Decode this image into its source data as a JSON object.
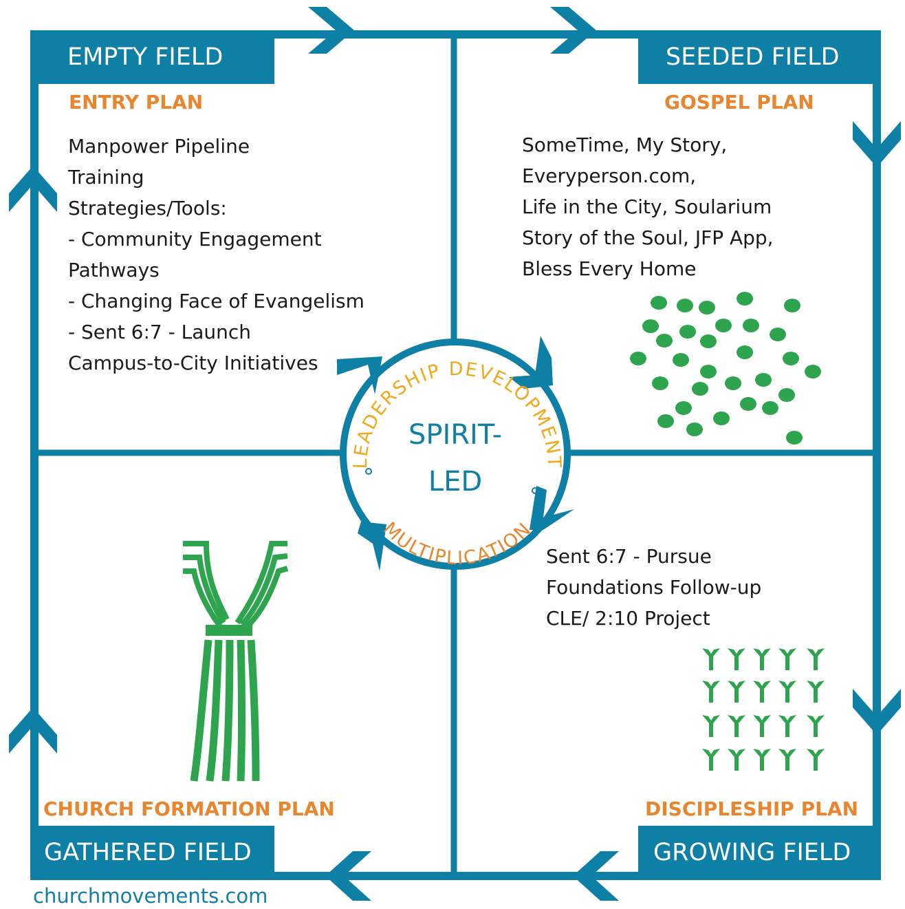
{
  "colors": {
    "frame": "#0e7fa5",
    "plan_title": "#e8862f",
    "center_ring_text": "#f0a81c",
    "growth": "#2ea44f",
    "body_text": "#1a1a1a"
  },
  "quadrants": {
    "empty_field": {
      "title": "EMPTY FIELD",
      "plan": "ENTRY PLAN",
      "lines": [
        "Manpower Pipeline",
        "Training",
        "Strategies/Tools:",
        "- Community Engagement",
        "Pathways",
        "- Changing Face of Evangelism",
        "- Sent 6:7 - Launch",
        "Campus-to-City Initiatives"
      ]
    },
    "seeded_field": {
      "title": "SEEDED FIELD",
      "plan": "GOSPEL PLAN",
      "lines": [
        "SomeTime, My Story,",
        "Everyperson.com,",
        "Life in the City, Soularium",
        "Story of the Soul, JFP App,",
        "Bless Every Home"
      ],
      "icon": "seed-dots-icon"
    },
    "growing_field": {
      "title": "GROWING FIELD",
      "plan": "DISCIPLESHIP PLAN",
      "lines": [
        "Sent 6:7 - Pursue",
        "Foundations Follow-up",
        "CLE/ 2:10 Project"
      ],
      "icon": "sprouts-icon"
    },
    "gathered_field": {
      "title": "GATHERED FIELD",
      "plan": "CHURCH FORMATION PLAN",
      "icon": "wheat-sheaf-icon"
    }
  },
  "center": {
    "line1": "SPIRIT-",
    "line2": "LED",
    "ring_top": "LEADERSHIP DEVELOPMENT",
    "ring_bottom": "MULTIPLICATION"
  },
  "footer": "churchmovements.com"
}
